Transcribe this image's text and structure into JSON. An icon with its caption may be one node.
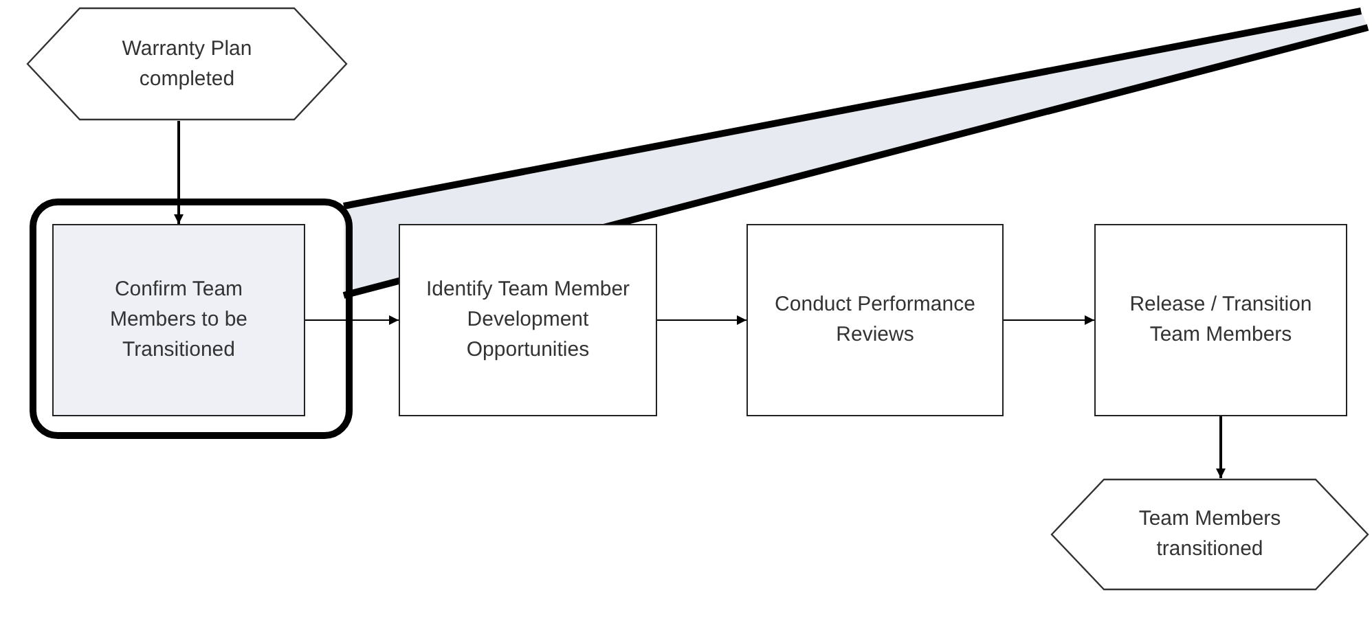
{
  "diagram": {
    "nodes": [
      {
        "text": [
          "Warranty Plan completed"
        ]
      },
      {
        "text": [
          "Confirm Team Members to be Transitioned"
        ]
      },
      {
        "text": [
          "Identify Team Member Development Opportunities"
        ]
      },
      {
        "text": [
          "Conduct Performance Reviews"
        ]
      },
      {
        "text": [
          "Release / Transition Team Members"
        ]
      },
      {
        "text": [
          "Team Members transitioned"
        ]
      }
    ],
    "edges": [
      {
        "from": 0,
        "to": 1,
        "arrow": "to"
      },
      {
        "from": 1,
        "to": 2,
        "arrow": "to"
      },
      {
        "from": 2,
        "to": 3,
        "arrow": "to"
      },
      {
        "from": 3,
        "to": 4,
        "arrow": "to"
      },
      {
        "from": 4,
        "to": 5,
        "arrow": "to"
      }
    ]
  }
}
